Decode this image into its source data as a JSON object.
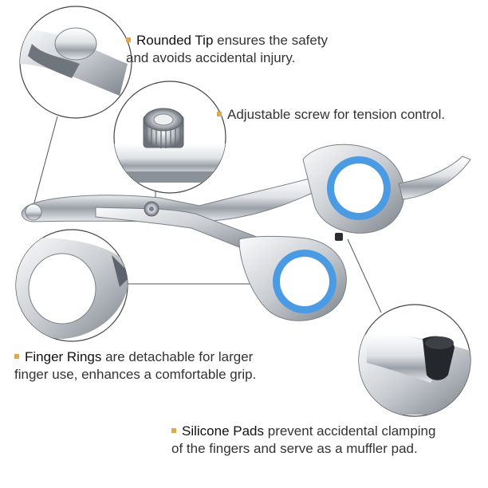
{
  "colors": {
    "bullet": "#e0a84a",
    "ring_blue": "#4a9be3",
    "steel_light": "#f2f3f5",
    "steel_dark": "#8a8f96",
    "callout_line": "#555555"
  },
  "features": [
    {
      "id": "rounded-tip",
      "highlight": "Rounded Tip",
      "text_line1": " ensures the safety",
      "text_line2": "and avoids accidental injury."
    },
    {
      "id": "adjustable-screw",
      "highlight": "",
      "text_line1": "Adjustable screw for tension control.",
      "text_line2": ""
    },
    {
      "id": "finger-rings",
      "highlight": "Finger Rings",
      "text_line1": " are detachable for larger",
      "text_line2": "finger use, enhances a comfortable grip."
    },
    {
      "id": "silicone-pads",
      "highlight": "Silicone Pads",
      "text_line1": " prevent accidental clamping",
      "text_line2": "of the fingers and serve as a muffler pad."
    }
  ],
  "icons": {
    "tip_detail": "rounded-tip-detail-icon",
    "screw_detail": "tension-screw-detail-icon",
    "ring_detail": "finger-ring-detail-icon",
    "pad_detail": "silicone-pad-detail-icon",
    "product": "grooming-scissors-icon"
  }
}
